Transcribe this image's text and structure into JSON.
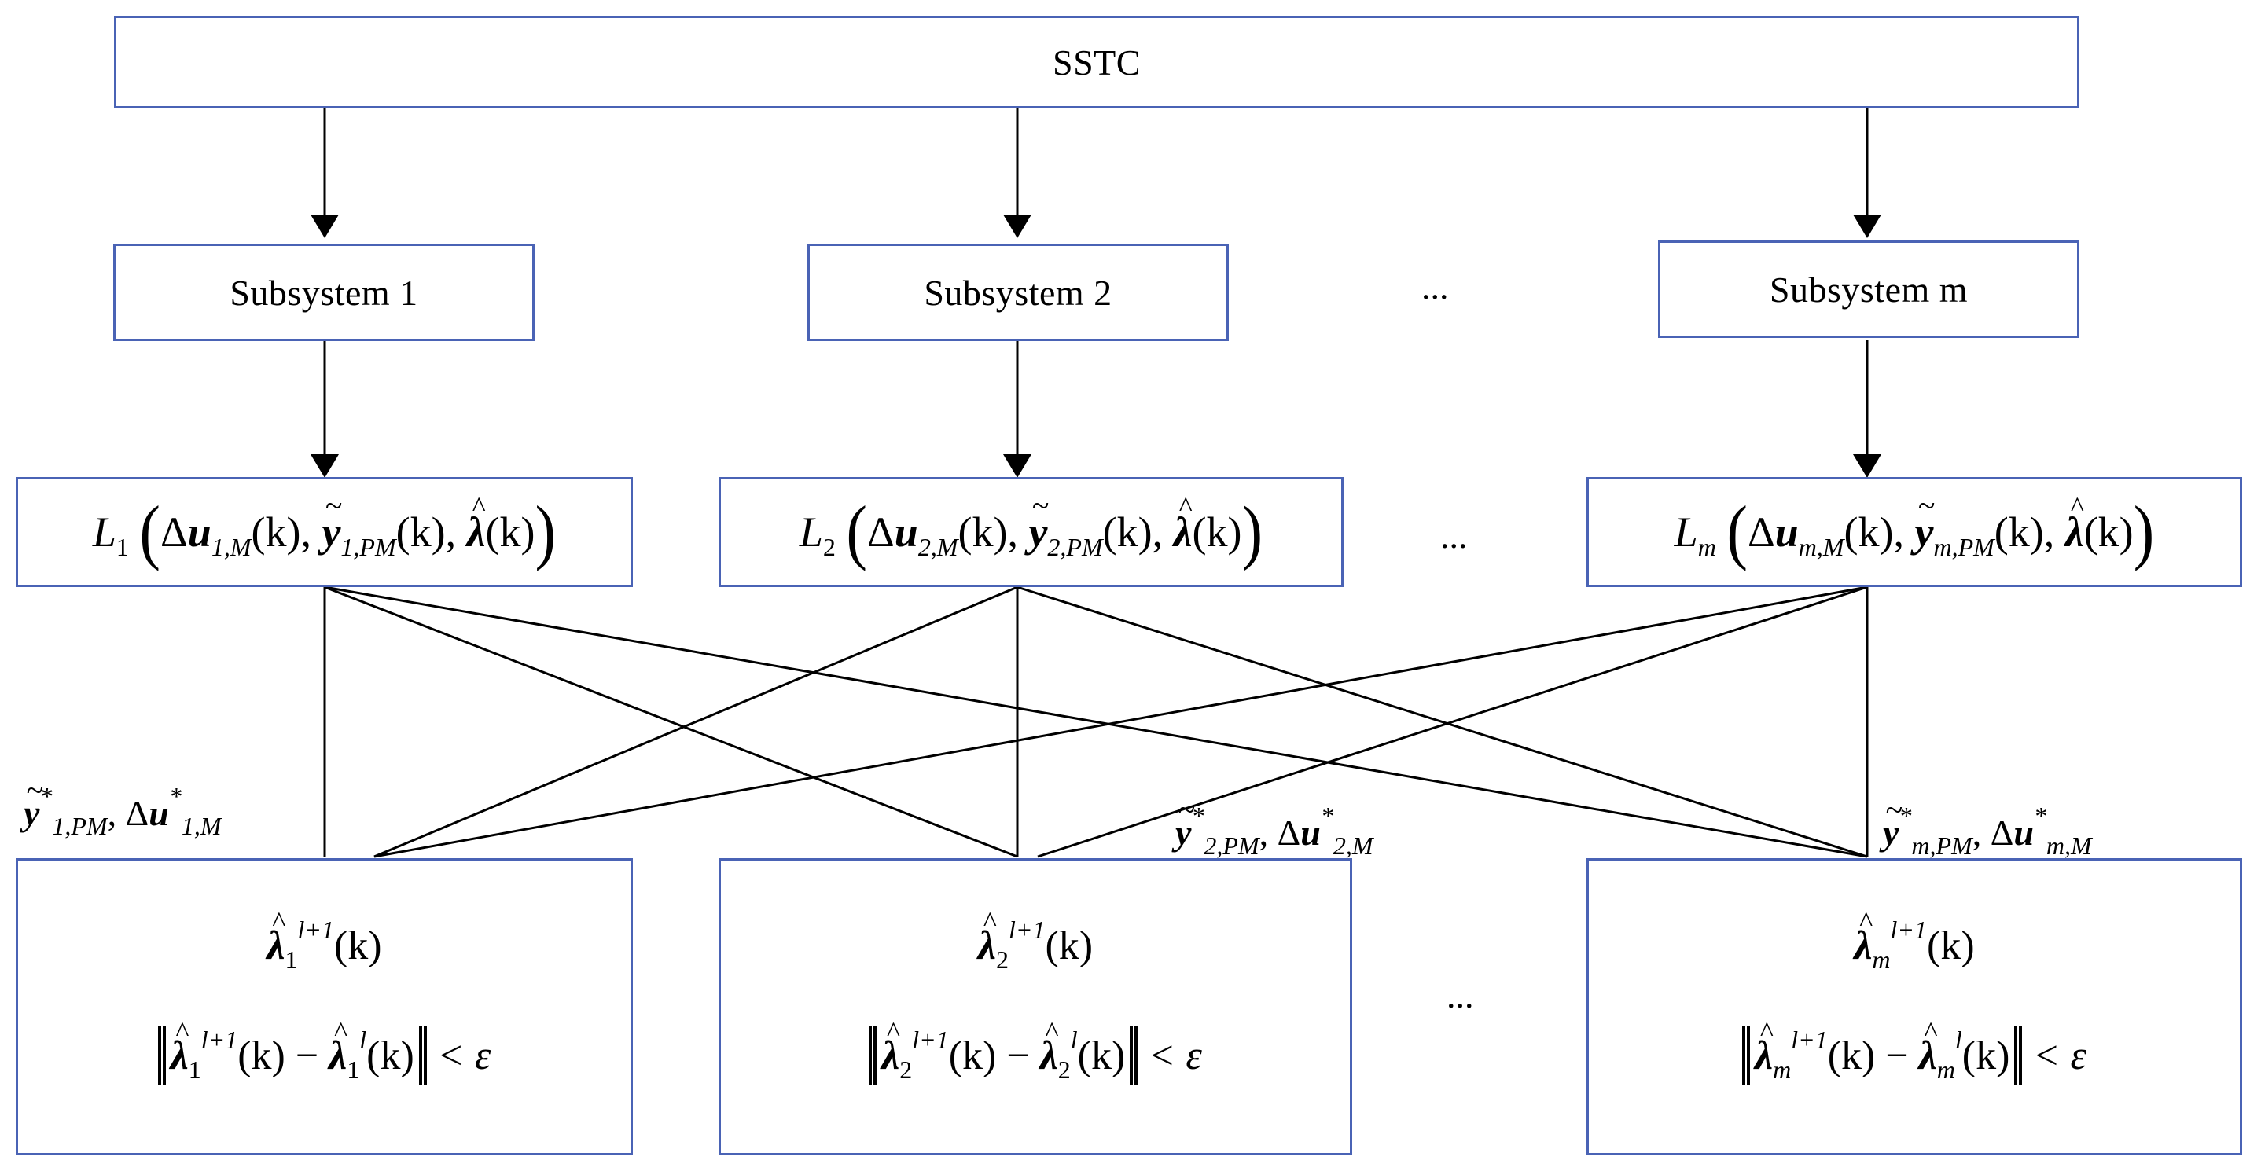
{
  "top": {
    "label": "SSTC"
  },
  "subsystems": [
    {
      "label": "Subsystem 1"
    },
    {
      "label": "Subsystem 2"
    },
    {
      "label": "Subsystem m"
    }
  ],
  "ellipsis": "...",
  "lagrange": [
    {
      "L": "L",
      "idx": "1",
      "u_sub": "1,M",
      "y_sub": "1,PM",
      "arg": "(k)"
    },
    {
      "L": "L",
      "idx": "2",
      "u_sub": "2,M",
      "y_sub": "2,PM",
      "arg": "(k)"
    },
    {
      "L": "L",
      "idx": "m",
      "u_sub": "m,M",
      "y_sub": "m,PM",
      "arg": "(k)"
    }
  ],
  "lambdas": [
    {
      "idx": "1",
      "sup_next": "l+1",
      "sup_cur": "l",
      "arg": "(k)",
      "eps": "< ε"
    },
    {
      "idx": "2",
      "sup_next": "l+1",
      "sup_cur": "l",
      "arg": "(k)",
      "eps": "< ε"
    },
    {
      "idx": "m",
      "sup_next": "l+1",
      "sup_cur": "l",
      "arg": "(k)",
      "eps": "< ε"
    }
  ],
  "edge_labels": [
    {
      "y_sub": "1,PM",
      "u_sub": "1,M",
      "star": "*"
    },
    {
      "y_sub": "2,PM",
      "u_sub": "2,M",
      "star": "*"
    },
    {
      "y_sub": "m,PM",
      "u_sub": "m,M",
      "star": "*"
    }
  ],
  "colors": {
    "box_border": "#4a63b5",
    "line": "#000000"
  }
}
